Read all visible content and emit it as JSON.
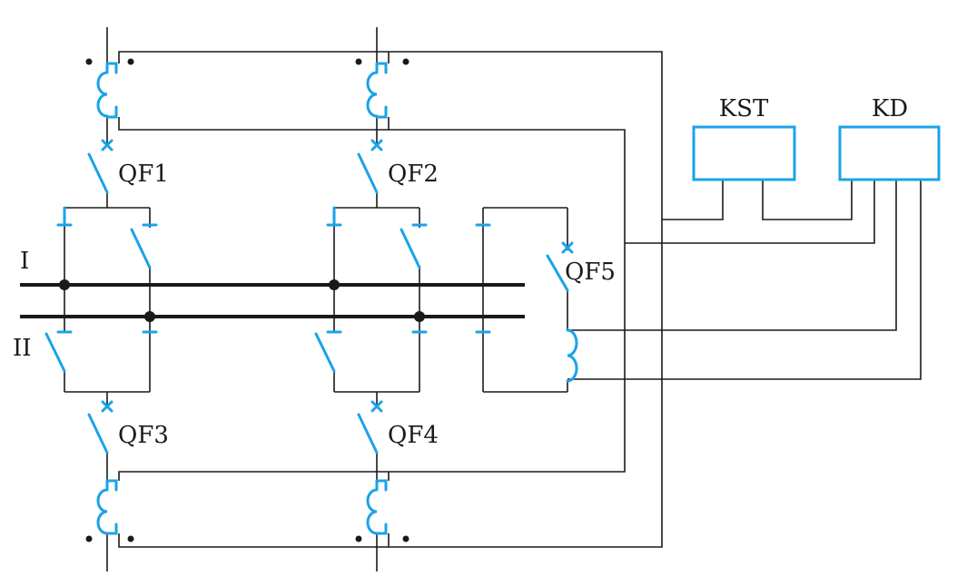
{
  "diagram": {
    "busbars": {
      "bus_1": "I",
      "bus_2": "II"
    },
    "breakers": {
      "qf1": "QF1",
      "qf2": "QF2",
      "qf3": "QF3",
      "qf4": "QF4",
      "qf5": "QF5"
    },
    "relays": {
      "kst": "KST",
      "kd": "KD"
    }
  },
  "colors": {
    "line": "#1a1a1a",
    "accent": "#1aa3e8"
  }
}
